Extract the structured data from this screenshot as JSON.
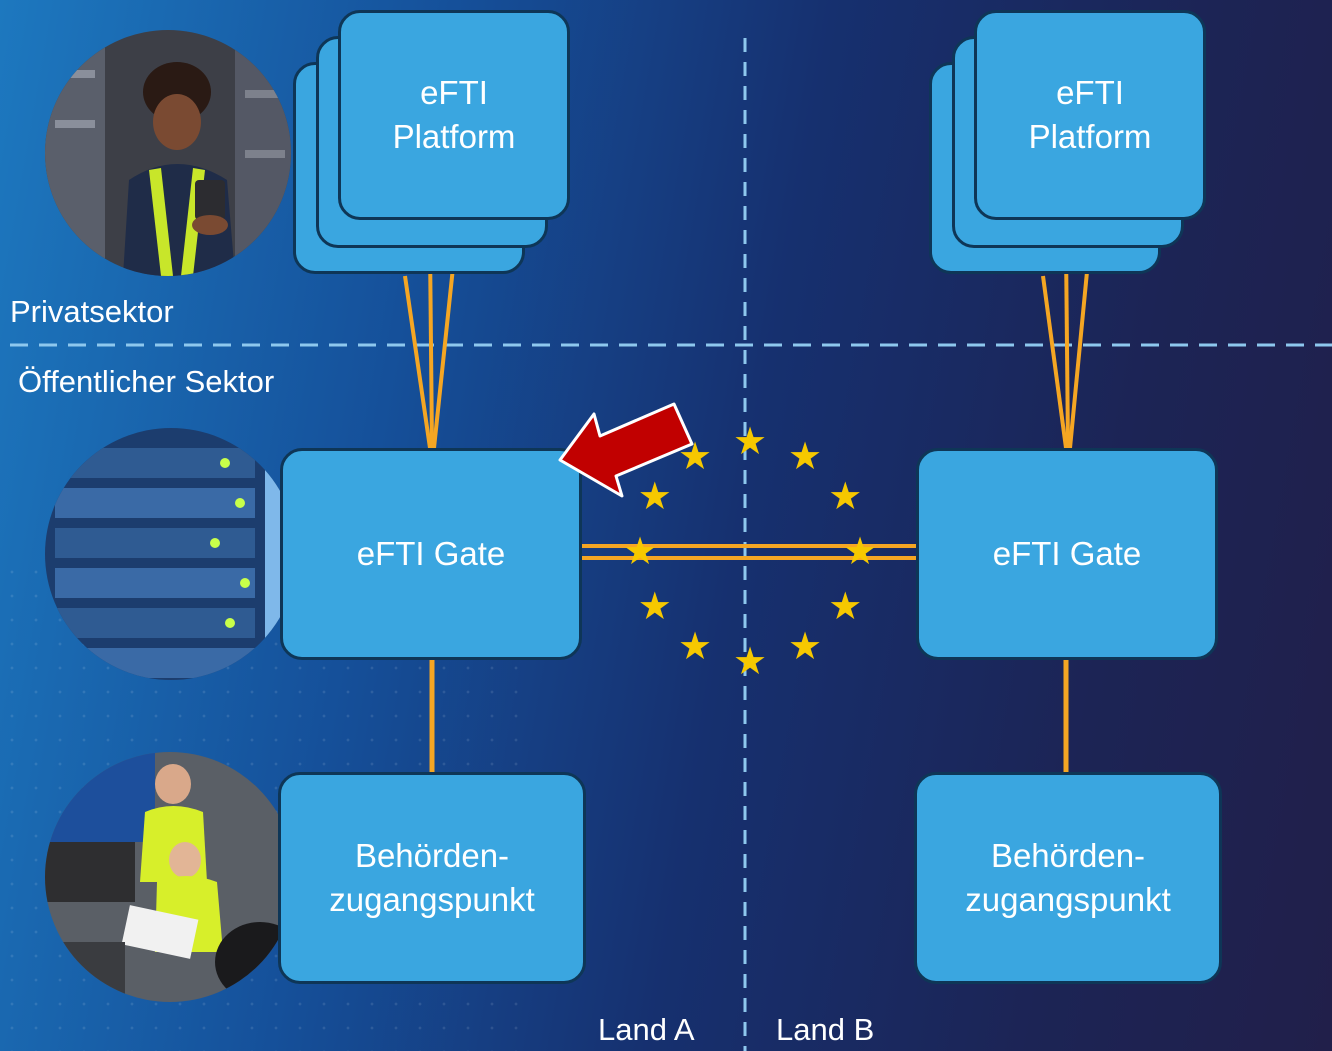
{
  "sectors": {
    "private": "Privatsektor",
    "public": "Öffentlicher Sektor"
  },
  "countries": {
    "a": "Land A",
    "b": "Land B"
  },
  "left": {
    "platform": {
      "line1": "eFTI",
      "line2": "Platform"
    },
    "gate": "eFTI Gate",
    "access": {
      "line1": "Behörden-",
      "line2": "zugangspunkt"
    }
  },
  "right": {
    "platform": {
      "line1": "eFTI",
      "line2": "Platform"
    },
    "gate": "eFTI Gate",
    "access": {
      "line1": "Behörden-",
      "line2": "zugangspunkt"
    }
  },
  "icons": {
    "star": "★",
    "arrow": "red-arrow-icon"
  },
  "colors": {
    "box_fill": "#3aa6e0",
    "box_border": "#0e3657",
    "connector": "#f5a623",
    "divider": "#8ec8ee",
    "star": "#f6c800",
    "arrow": "#c10000"
  }
}
